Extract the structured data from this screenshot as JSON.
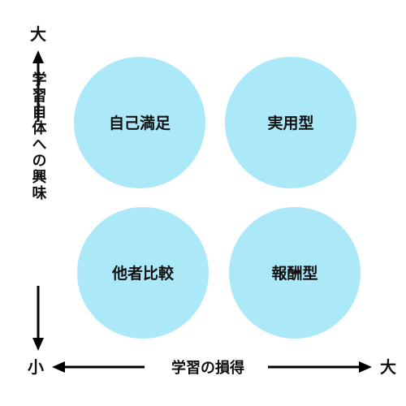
{
  "quadrants": {
    "top_left": "自己満足",
    "top_right": "実用型",
    "bottom_left": "他者比較",
    "bottom_right": "報酬型"
  },
  "y_axis": {
    "title": "学習自体への興味",
    "high": "大",
    "low": "小"
  },
  "x_axis": {
    "title": "学習の損得",
    "high": "大"
  },
  "colors": {
    "circle_fill": "#abe9f8",
    "axis": "#000000",
    "text": "#111111"
  }
}
